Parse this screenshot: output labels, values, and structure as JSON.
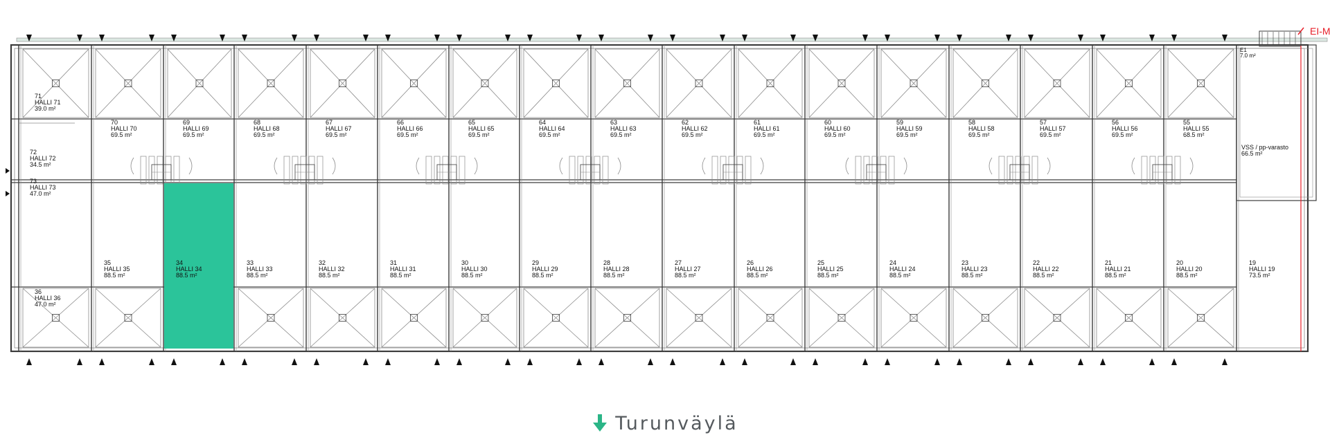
{
  "colors": {
    "line": "#3c3c3c",
    "thin": "#8a8a8a",
    "highlight": "#2bc49a",
    "accent": "#2bb587",
    "marker_red": "#e8202a",
    "footer_text": "#555a5e"
  },
  "top_row": [
    {
      "num": "71",
      "name": "HALLI 71",
      "area": "39.0 m²"
    },
    {
      "num": "70",
      "name": "HALLI 70",
      "area": "69.5 m²"
    },
    {
      "num": "69",
      "name": "HALLI 69",
      "area": "69.5 m²"
    },
    {
      "num": "68",
      "name": "HALLI 68",
      "area": "69.5 m²"
    },
    {
      "num": "67",
      "name": "HALLI 67",
      "area": "69.5 m²"
    },
    {
      "num": "66",
      "name": "HALLI 66",
      "area": "69.5 m²"
    },
    {
      "num": "65",
      "name": "HALLI 65",
      "area": "69.5 m²"
    },
    {
      "num": "64",
      "name": "HALLI 64",
      "area": "69.5 m²"
    },
    {
      "num": "63",
      "name": "HALLI 63",
      "area": "69.5 m²"
    },
    {
      "num": "62",
      "name": "HALLI 62",
      "area": "69.5 m²"
    },
    {
      "num": "61",
      "name": "HALLI 61",
      "area": "69.5 m²"
    },
    {
      "num": "60",
      "name": "HALLI 60",
      "area": "69.5 m²"
    },
    {
      "num": "59",
      "name": "HALLI 59",
      "area": "69.5 m²"
    },
    {
      "num": "58",
      "name": "HALLI 58",
      "area": "69.5 m²"
    },
    {
      "num": "57",
      "name": "HALLI 57",
      "area": "69.5 m²"
    },
    {
      "num": "56",
      "name": "HALLI 56",
      "area": "69.5 m²"
    },
    {
      "num": "55",
      "name": "HALLI 55",
      "area": "68.5 m²"
    }
  ],
  "bottom_row": [
    {
      "num": "36",
      "name": "HALLI 36",
      "area": "47.0 m²"
    },
    {
      "num": "35",
      "name": "HALLI 35",
      "area": "88.5 m²"
    },
    {
      "num": "34",
      "name": "HALLI 34",
      "area": "88.5 m²"
    },
    {
      "num": "33",
      "name": "HALLI 33",
      "area": "88.5 m²"
    },
    {
      "num": "32",
      "name": "HALLI 32",
      "area": "88.5 m²"
    },
    {
      "num": "31",
      "name": "HALLI 31",
      "area": "88.5 m²"
    },
    {
      "num": "30",
      "name": "HALLI 30",
      "area": "88.5 m²"
    },
    {
      "num": "29",
      "name": "HALLI 29",
      "area": "88.5 m²"
    },
    {
      "num": "28",
      "name": "HALLI 28",
      "area": "88.5 m²"
    },
    {
      "num": "27",
      "name": "HALLI 27",
      "area": "88.5 m²"
    },
    {
      "num": "26",
      "name": "HALLI 26",
      "area": "88.5 m²"
    },
    {
      "num": "25",
      "name": "HALLI 25",
      "area": "88.5 m²"
    },
    {
      "num": "24",
      "name": "HALLI 24",
      "area": "88.5 m²"
    },
    {
      "num": "23",
      "name": "HALLI 23",
      "area": "88.5 m²"
    },
    {
      "num": "22",
      "name": "HALLI 22",
      "area": "88.5 m²"
    },
    {
      "num": "21",
      "name": "HALLI 21",
      "area": "88.5 m²"
    },
    {
      "num": "20",
      "name": "HALLI 20",
      "area": "88.5 m²"
    },
    {
      "num": "19",
      "name": "HALLI 19",
      "area": "73.5 m²"
    }
  ],
  "left_units": [
    {
      "num": "72",
      "name": "HALLI 72",
      "area": "34.5 m²"
    },
    {
      "num": "73",
      "name": "HALLI 73",
      "area": "47.0 m²"
    }
  ],
  "storage": {
    "name": "VSS / pp-varasto",
    "area": "66.5 m²"
  },
  "corner_room": {
    "num": "E1",
    "area": "7.0 m²"
  },
  "edge_marker": "EI-M",
  "highlighted_unit": "34",
  "footer": {
    "label": "Turunväylä",
    "arrow_icon": "down-arrow-icon"
  }
}
